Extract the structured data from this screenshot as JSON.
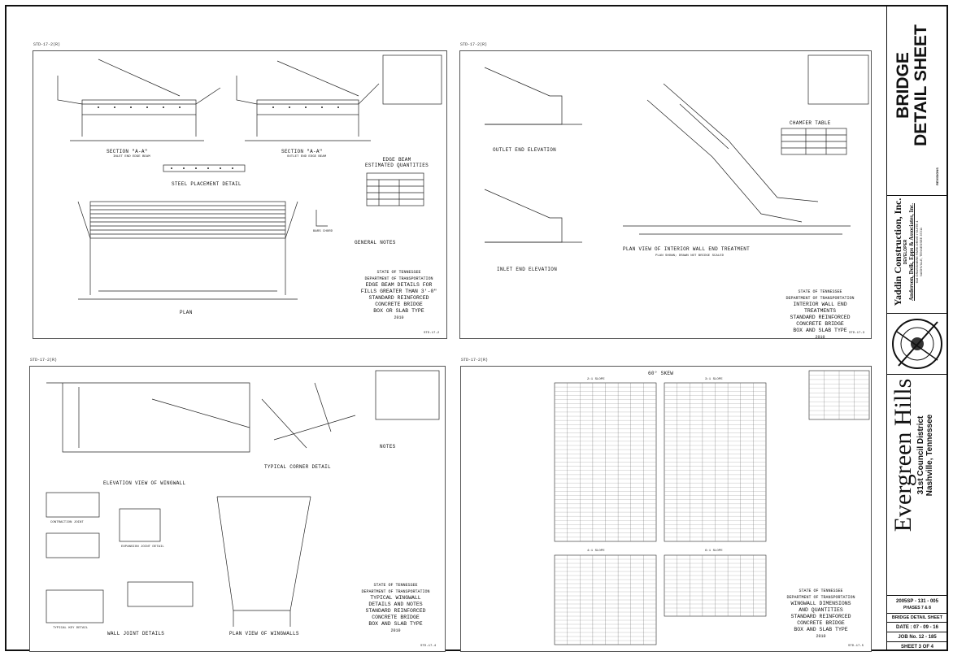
{
  "title_block": {
    "sheet_title_line1": "BRIDGE",
    "sheet_title_line2": "DETAIL SHEET",
    "revisions_label": "REVISIONS",
    "company": "Yaddin Construction, Inc.",
    "developer_label": "DEVELOPER",
    "engineer": "Anderson, Delk, Epps & Associates, Inc.",
    "engineer_address": "618 GRASSMERE PARK DRIVE / SUITE 4",
    "engineer_city": "NASHVILLE, TENNESSEE 37211",
    "project_name": "Evergreen Hills",
    "district": "31st Council District",
    "city": "Nashville, Tennessee",
    "project_number": "2005SP - 131 - 005",
    "phase": "PHASES 7 & 8",
    "sheet_name": "BRIDGE DETAIL SHEET",
    "date": "DATE : 07 - 09 - 16",
    "job_no": "JOB No.  12 - 185",
    "sheet_of": "SHEET 3 OF 4"
  },
  "panel_tl": {
    "tag": "STD-17-2(R)",
    "section_a": "SECTION \"A-A\"",
    "section_a_sub": "INLET END EDGE BEAM",
    "section_b": "SECTION \"A-A\"",
    "section_b_sub": "OUTLET END EDGE BEAM",
    "steel_detail": "STEEL PLACEMENT DETAIL",
    "plan": "PLAN",
    "edge_beam_title": "EDGE BEAM\nESTIMATED QUANTITIES",
    "edge_beam_sub": "FILLS GREATER THAN 3'-0\"",
    "bars_chord": "BARS CHORD",
    "general_notes": "GENERAL NOTES",
    "state": "STATE OF TENNESSEE",
    "dept": "DEPARTMENT OF TRANSPORTATION",
    "sheet_title": "EDGE BEAM DETAILS FOR\nFILLS GREATER THAN 3'-0\"",
    "std_title": "STANDARD REINFORCED\nCONCRETE BRIDGE\nBOX OR SLAB TYPE",
    "year": "2010",
    "std_no": "STD-17-2"
  },
  "panel_tr": {
    "tag": "STD-17-2(R)",
    "outlet": "OUTLET END ELEVATION",
    "inlet": "INLET END ELEVATION",
    "chamfer": "CHAMFER TABLE",
    "plan_view": "PLAN VIEW OF INTERIOR WALL END TREATMENT",
    "plan_view_sub": "PLAN SHOWN; DRAWN NOT BRIDGE SCALED",
    "state": "STATE OF TENNESSEE",
    "dept": "DEPARTMENT OF TRANSPORTATION",
    "sheet_title": "INTERIOR WALL END\nTREATMENTS",
    "std_title": "STANDARD REINFORCED\nCONCRETE BRIDGE\nBOX AND SLAB TYPE",
    "year": "2010",
    "std_no": "STD-17-3"
  },
  "panel_bl": {
    "tag": "STD-17-2(R)",
    "elevation": "ELEVATION VIEW OF WINGWALL",
    "corner": "TYPICAL CORNER DETAIL",
    "contraction": "CONTRACTION JOINT",
    "key": "TYPICAL KEY DETAIL",
    "expansion": "EXPANSION JOINT DETAIL",
    "wall_joint": "WALL JOINT DETAILS",
    "plan_wingwalls": "PLAN VIEW OF WINGWALLS",
    "notes": "NOTES",
    "state": "STATE OF TENNESSEE",
    "dept": "DEPARTMENT OF TRANSPORTATION",
    "sheet_title": "TYPICAL WINGWALL\nDETAILS AND NOTES",
    "std_title": "STANDARD REINFORCED\nCONCRETE BRIDGE\nBOX AND SLAB TYPE",
    "year": "2010",
    "std_no": "STD-17-4"
  },
  "panel_br": {
    "tag": "STD-17-2(R)",
    "skew": "60° SKEW",
    "t1": "2:1 SLOPE",
    "t2": "3:1 SLOPE",
    "t3": "4:1 SLOPE",
    "t4": "6:1 SLOPE",
    "state": "STATE OF TENNESSEE",
    "dept": "DEPARTMENT OF TRANSPORTATION",
    "sheet_title": "WINGWALL DIMENSIONS\nAND QUANTITIES",
    "std_title": "STANDARD REINFORCED\nCONCRETE BRIDGE\nBOX AND SLAB TYPE",
    "year": "2010",
    "std_no": "STD-17-5"
  }
}
